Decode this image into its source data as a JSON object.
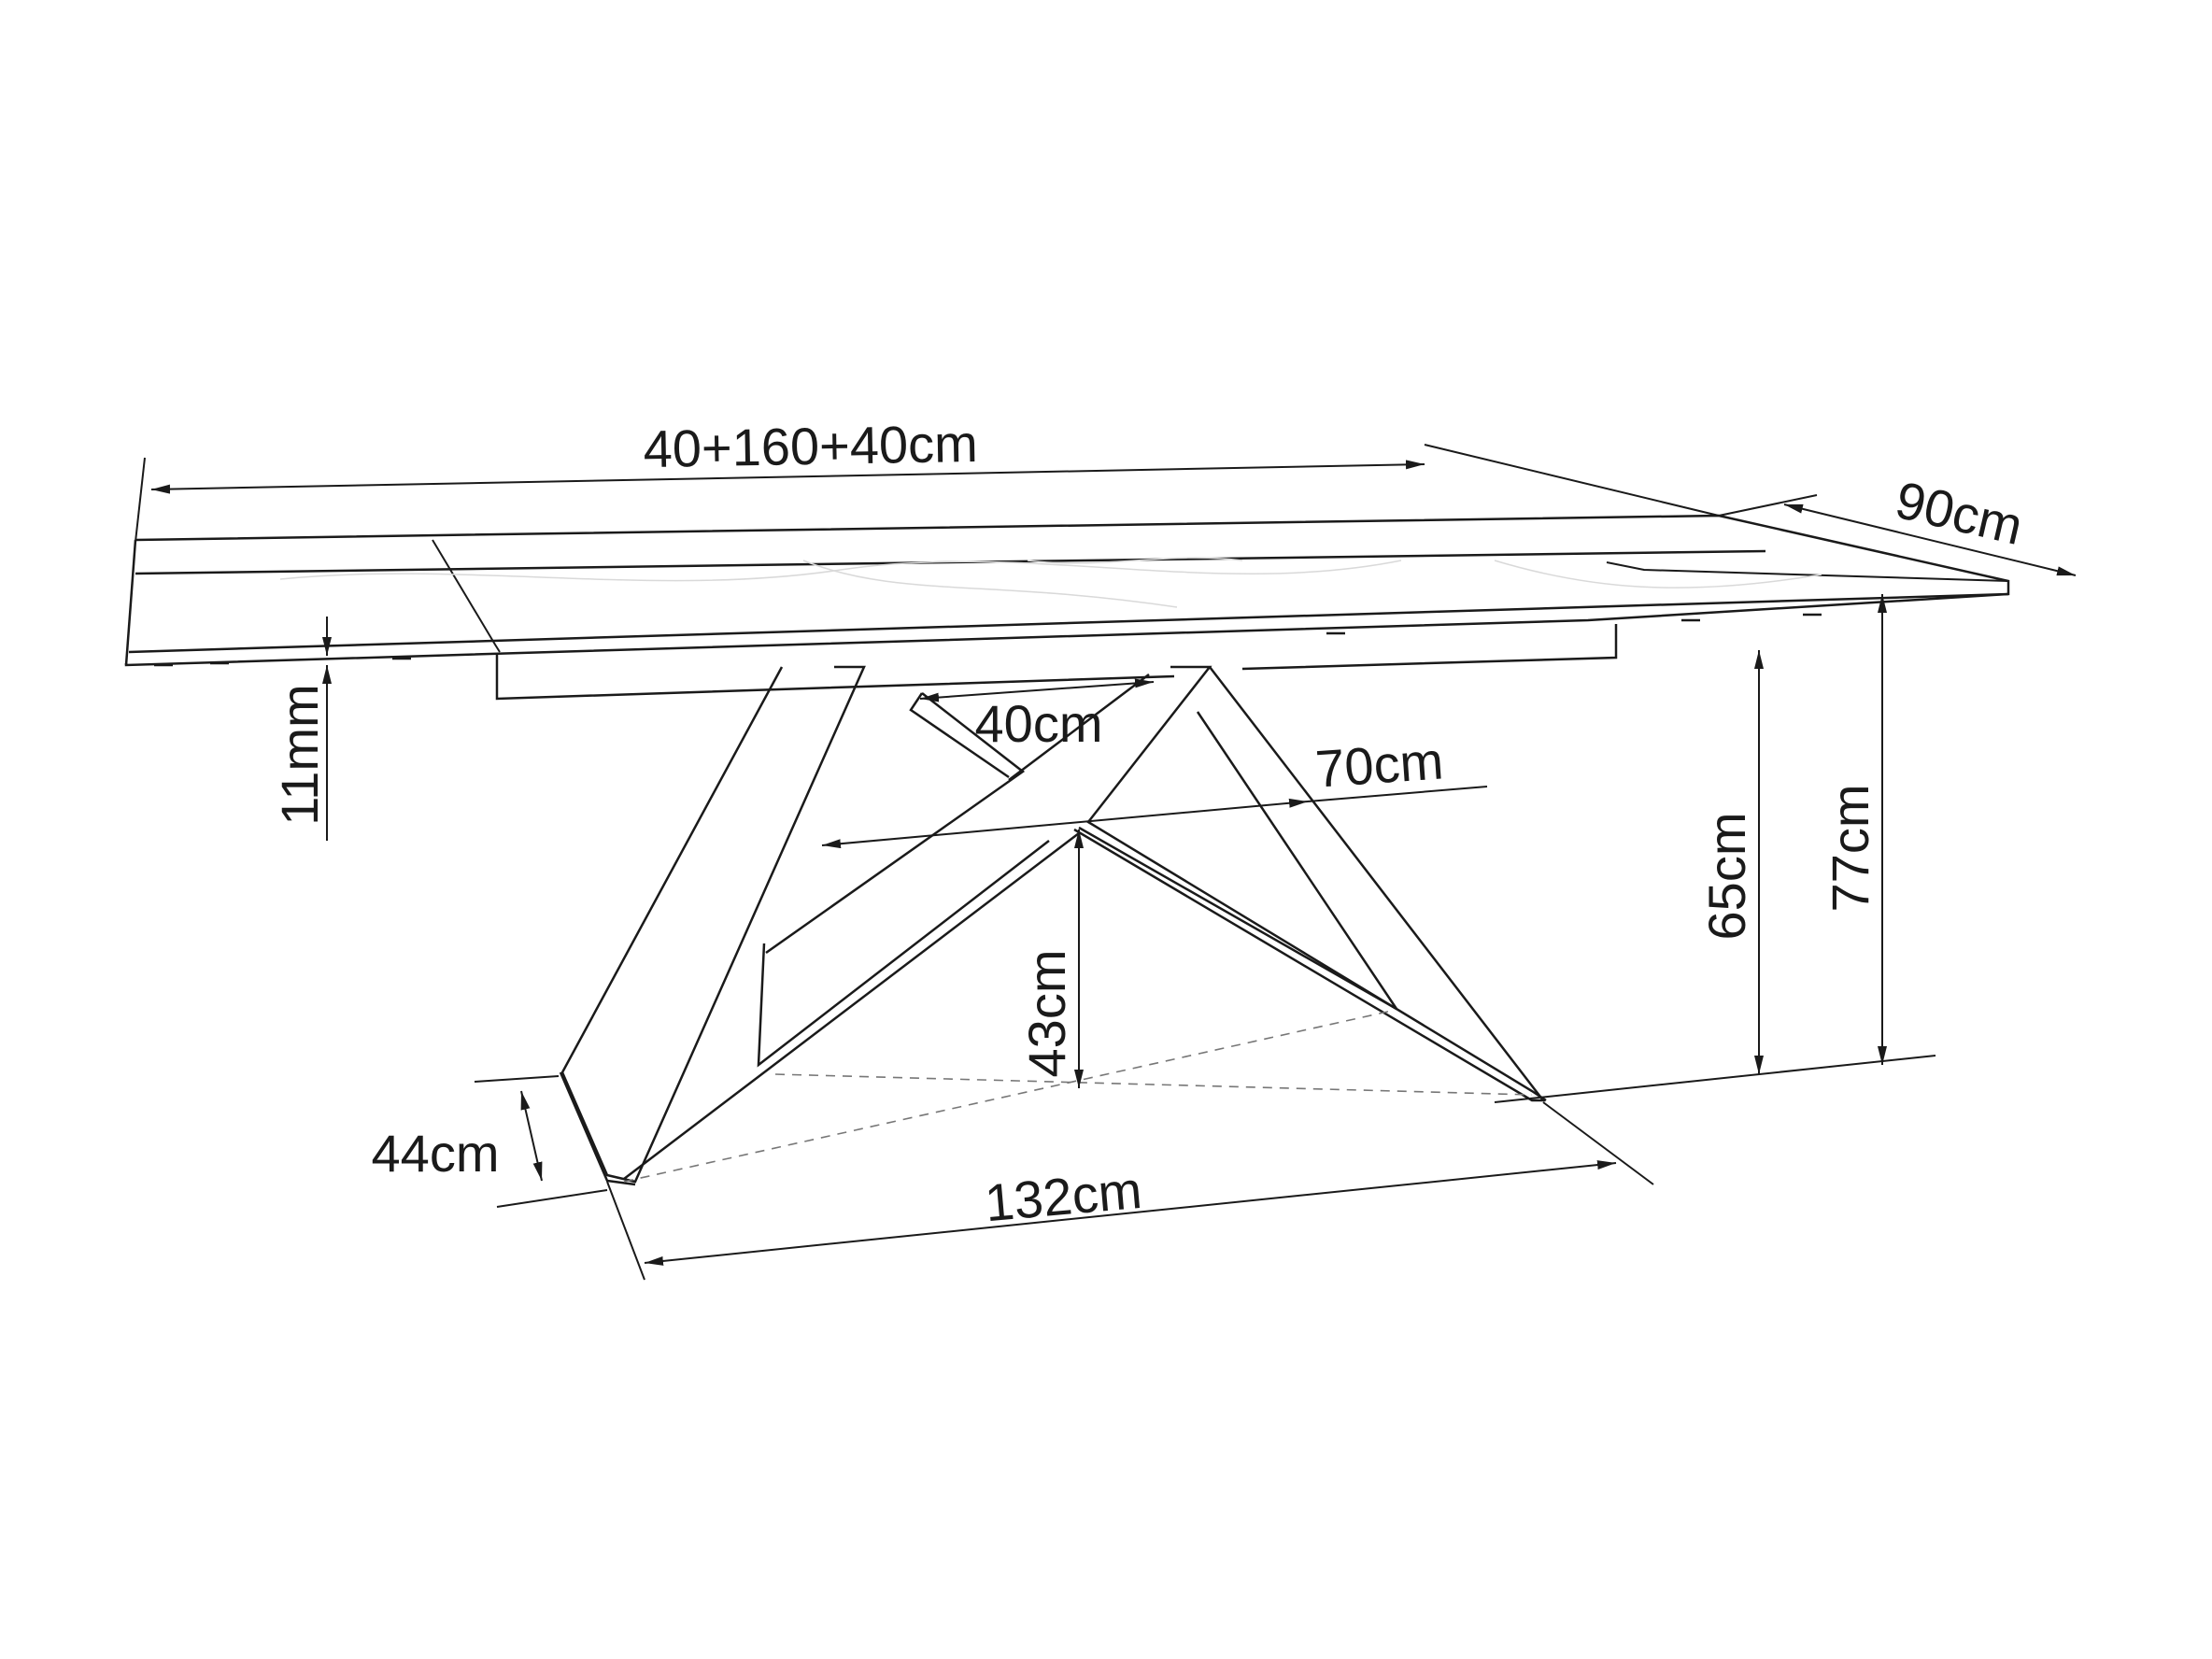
{
  "diagram": {
    "colors": {
      "line": "#1a1a1a",
      "dashed": "#777777",
      "marble": "#d9d9d9"
    },
    "dimensions": {
      "length": "40+160+40cm",
      "width": "90cm",
      "top_thickness": "11mm",
      "leg_span_top": "40cm",
      "leg_span_mid": "70cm",
      "cross_height": "43cm",
      "foot_width": "44cm",
      "leg_length": "132cm",
      "clearance_height": "65cm",
      "total_height": "77cm"
    }
  }
}
